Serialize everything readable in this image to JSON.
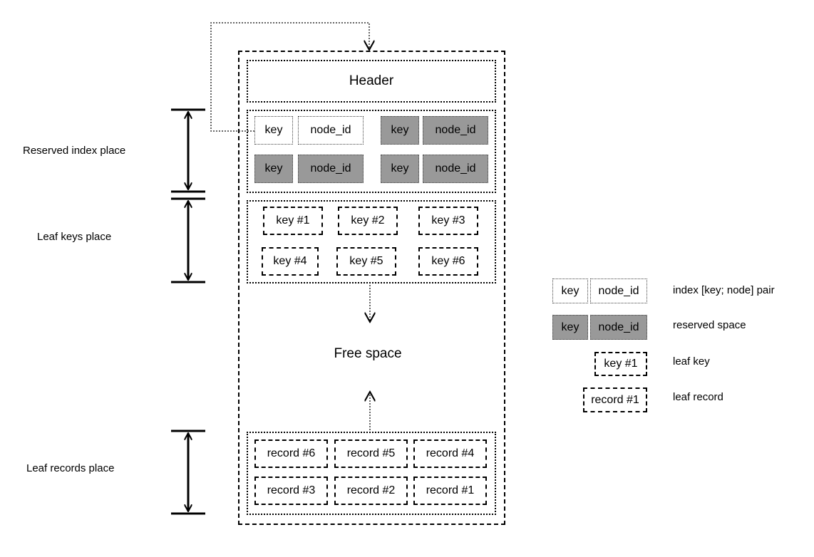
{
  "page": {
    "header_label": "Header",
    "free_space_label": "Free space"
  },
  "sections": {
    "reserved_index": "Reserved index place",
    "leaf_keys": "Leaf keys place",
    "leaf_records": "Leaf records place"
  },
  "index_pairs": [
    {
      "key": "key",
      "node": "node_id",
      "reserved": false
    },
    {
      "key": "key",
      "node": "node_id",
      "reserved": true
    },
    {
      "key": "key",
      "node": "node_id",
      "reserved": true
    },
    {
      "key": "key",
      "node": "node_id",
      "reserved": true
    }
  ],
  "leaf_keys": [
    "key #1",
    "key #2",
    "key #3",
    "key #4",
    "key #5",
    "key #6"
  ],
  "leaf_records": [
    "record #6",
    "record #5",
    "record #4",
    "record #3",
    "record #2",
    "record #1"
  ],
  "legend": {
    "index_pair": {
      "key": "key",
      "node": "node_id",
      "text": "index [key; node] pair"
    },
    "reserved": {
      "key": "key",
      "node": "node_id",
      "text": "reserved space"
    },
    "leaf_key": {
      "sample": "key #1",
      "text": "leaf key"
    },
    "leaf_record": {
      "sample": "record #1",
      "text": "leaf record"
    }
  },
  "colors": {
    "reserved_fill": "#999999",
    "stroke": "#000000"
  }
}
